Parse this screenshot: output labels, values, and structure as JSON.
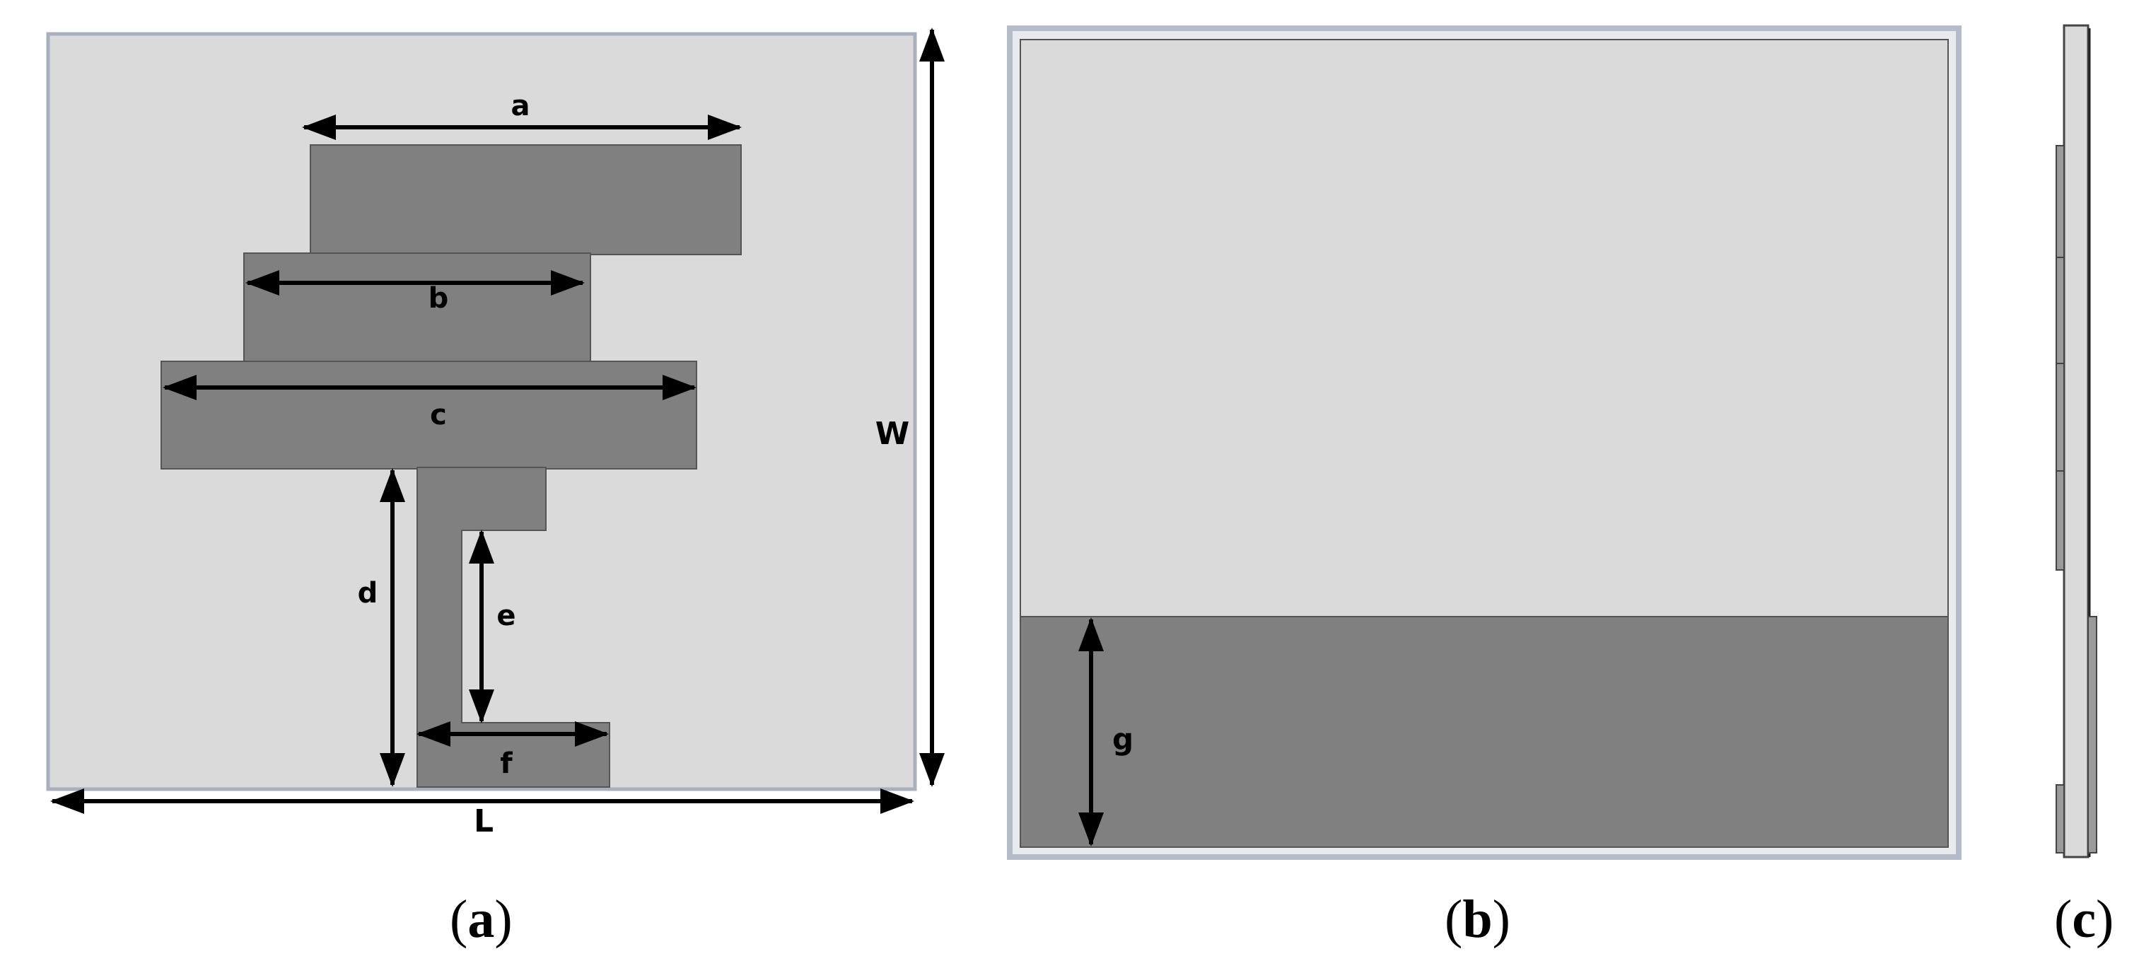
{
  "figure": {
    "panels": [
      {
        "id": "a",
        "caption_open": "(",
        "caption_letter": "a",
        "caption_close": ")"
      },
      {
        "id": "b",
        "caption_open": "(",
        "caption_letter": "b",
        "caption_close": ")"
      },
      {
        "id": "c",
        "caption_open": "(",
        "caption_letter": "c",
        "caption_close": ")"
      }
    ],
    "dimensions": {
      "a": "a",
      "b": "b",
      "c": "c",
      "d": "d",
      "e": "e",
      "f": "f",
      "g": "g",
      "W": "W",
      "L": "L"
    },
    "colors": {
      "substrate": "#dadada",
      "copper": "#808080",
      "outline": "#555555",
      "substrate_border": "#a9b0bd",
      "arrow": "#000000"
    }
  }
}
